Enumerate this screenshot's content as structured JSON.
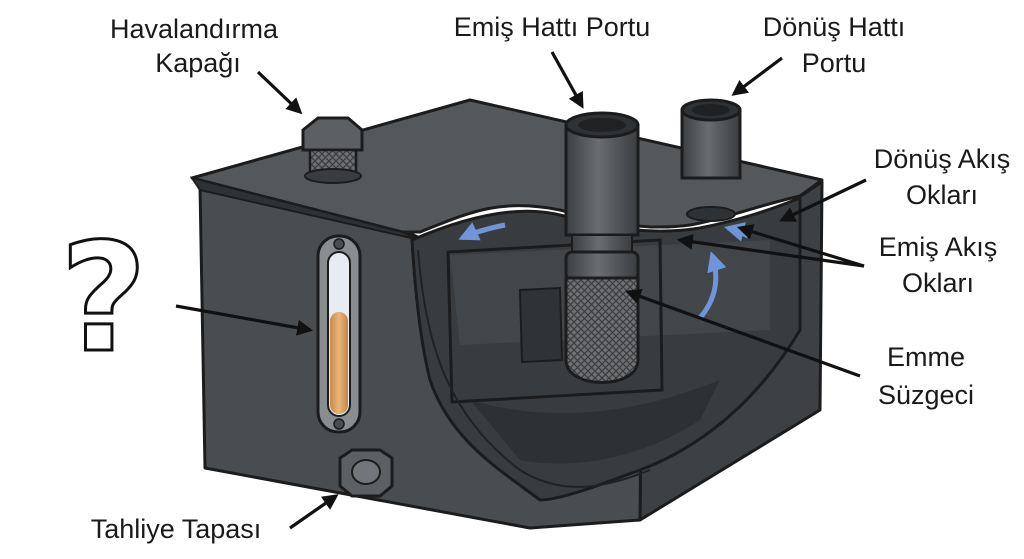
{
  "labels": {
    "vent_cap": [
      "Havalandırma",
      "Kapağı"
    ],
    "suction_port": "Emiş Hattı Portu",
    "return_port": [
      "Dönüş Hattı",
      "Portu"
    ],
    "return_flow": [
      "Dönüş Akış",
      "Okları"
    ],
    "suction_flow": [
      "Emiş Akış",
      "Okları"
    ],
    "strainer": [
      "Emme",
      "Süzgeci"
    ],
    "drain_plug": "Tahliye Tapası",
    "unknown_marker": "?"
  },
  "colors": {
    "tank_body": "#4a4d50",
    "tank_dark": "#34373a",
    "tank_light": "#5b5e61",
    "oil": "#d9a266",
    "flow_arrow": "#6f95d8",
    "outline": "#1c1c1c"
  }
}
